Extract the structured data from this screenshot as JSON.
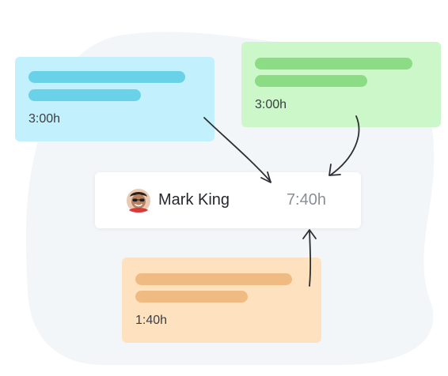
{
  "cards": [
    {
      "id": "blue",
      "time": "3:00h",
      "color": "#c3f0fd",
      "bar_color": "#6ad2e8"
    },
    {
      "id": "green",
      "time": "3:00h",
      "color": "#ccf7c8",
      "bar_color": "#8bdc84"
    },
    {
      "id": "orange",
      "time": "1:40h",
      "color": "#fee2bf",
      "bar_color": "#efbb82"
    }
  ],
  "summary": {
    "name": "Mark King",
    "total": "7:40h",
    "avatar_icon": "user-avatar"
  }
}
